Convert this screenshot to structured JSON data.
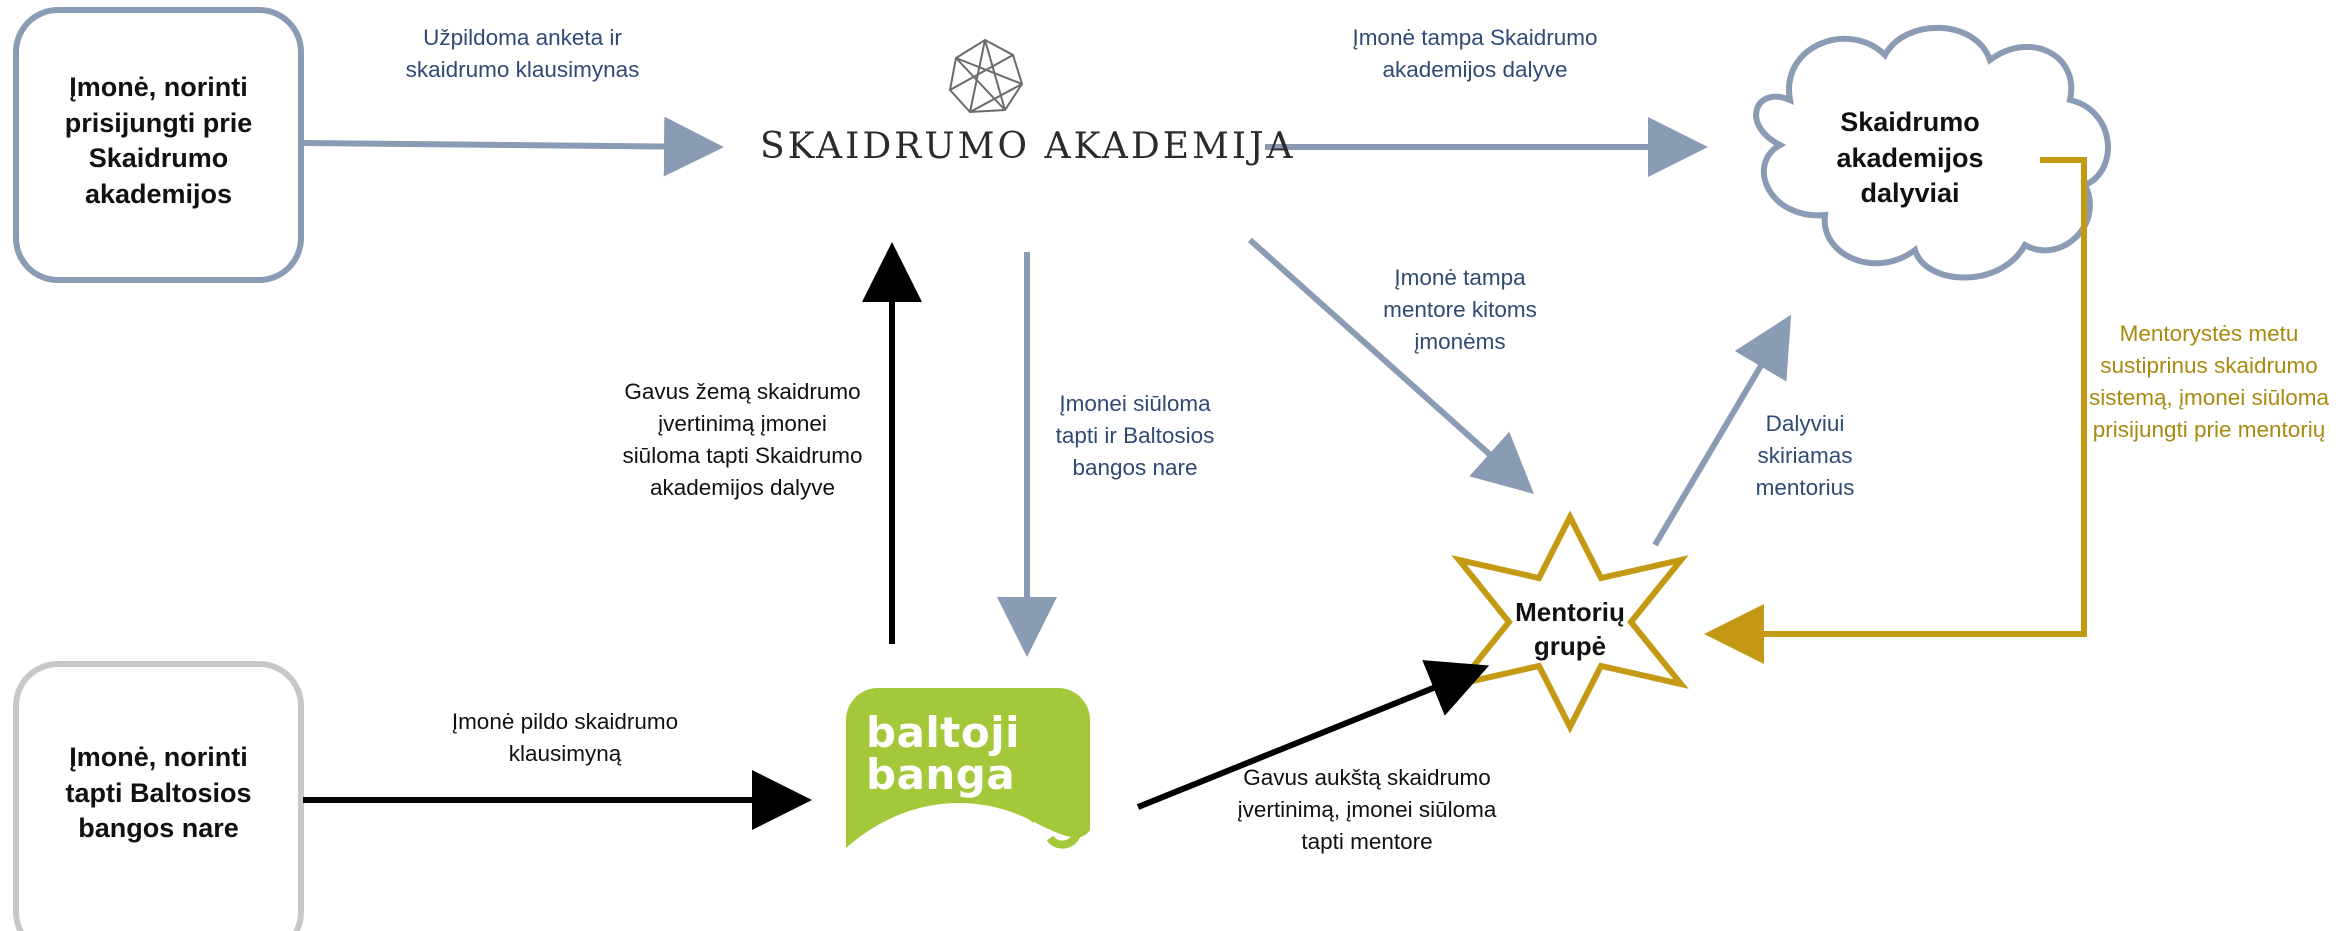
{
  "nodes": {
    "company_join_academy": "Įmonė, norinti prisijungti prie Skaidrumo akademijos",
    "company_join_wave": "Įmonė, norinti tapti Baltosios bangos nare",
    "academy_logo": "SKAIDRUMO AKADEMIJA",
    "baltoji_banga_logo": [
      "baltoji",
      "banga"
    ],
    "participants": "Skaidrumo akademijos dalyviai",
    "mentors": "Mentorių grupė"
  },
  "edges": {
    "fill_questionnaire": "Užpildoma anketa ir skaidrumo klausimynas",
    "becomes_participant": "Įmonė tampa Skaidrumo akademijos dalyve",
    "becomes_mentor_for_others": "Įmonė tampa mentore kitoms įmonėms",
    "mentor_assigned": "Dalyviui skiriamas mentorius",
    "mentorship_strengthened": "Mentorystės metu sustiprinus skaidrumo sistemą, įmonei siūloma prisijungti prie mentorių",
    "offered_wave_membership": "Įmonei siūloma tapti ir Baltosios bangos nare",
    "low_rating_offer": "Gavus žemą skaidrumo įvertinimą įmonei siūloma tapti Skaidrumo akademijos dalyve",
    "fills_wave_questionnaire": "Įmonė pildo skaidrumo klausimyną",
    "high_rating_offer": "Gavus aukštą skaidrumo įvertinimą, įmonei siūloma tapti mentore"
  },
  "colors": {
    "blue_arrow": "#8a9bb4",
    "black_arrow": "#000000",
    "gold": "#c49a14",
    "blue_text": "#2f4a73",
    "gold_text": "#a88a10",
    "box_border_blue": "#8a9bb4",
    "box_border_gray": "#c8c8c8",
    "banga_green": "#a3c93a"
  }
}
